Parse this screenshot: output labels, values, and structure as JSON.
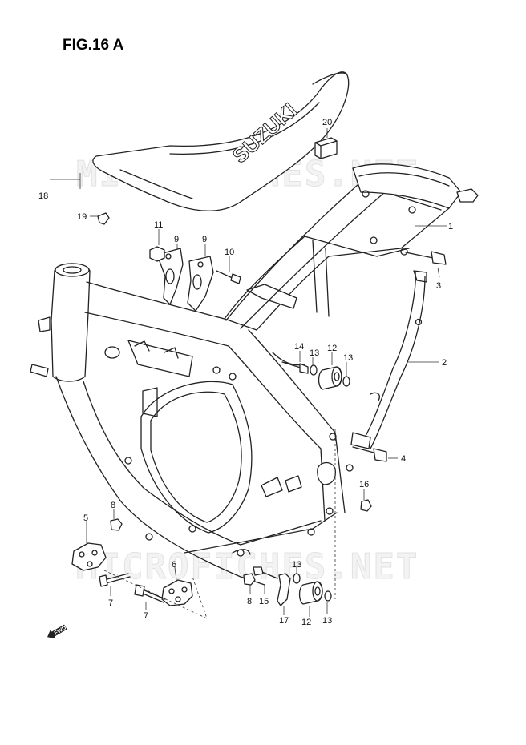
{
  "figure": {
    "title": "FIG.16 A",
    "seat_brand": "SUZUKI",
    "forward_label": "FWD"
  },
  "watermarks": [
    "MICROFICHES.NET",
    "MICROFICHES.NET"
  ],
  "callouts": [
    {
      "id": "c1",
      "label": "1"
    },
    {
      "id": "c2",
      "label": "2"
    },
    {
      "id": "c3",
      "label": "3"
    },
    {
      "id": "c4",
      "label": "4"
    },
    {
      "id": "c5",
      "label": "5"
    },
    {
      "id": "c6",
      "label": "6"
    },
    {
      "id": "c7a",
      "label": "7"
    },
    {
      "id": "c7b",
      "label": "7"
    },
    {
      "id": "c8a",
      "label": "8"
    },
    {
      "id": "c8b",
      "label": "8"
    },
    {
      "id": "c9a",
      "label": "9"
    },
    {
      "id": "c9b",
      "label": "9"
    },
    {
      "id": "c10",
      "label": "10"
    },
    {
      "id": "c11",
      "label": "11"
    },
    {
      "id": "c12a",
      "label": "12"
    },
    {
      "id": "c12b",
      "label": "12"
    },
    {
      "id": "c13a",
      "label": "13"
    },
    {
      "id": "c13b",
      "label": "13"
    },
    {
      "id": "c13c",
      "label": "13"
    },
    {
      "id": "c13d",
      "label": "13"
    },
    {
      "id": "c14",
      "label": "14"
    },
    {
      "id": "c15",
      "label": "15"
    },
    {
      "id": "c16",
      "label": "16"
    },
    {
      "id": "c17",
      "label": "17"
    },
    {
      "id": "c18",
      "label": "18"
    },
    {
      "id": "c19",
      "label": "19"
    },
    {
      "id": "c20",
      "label": "20"
    }
  ]
}
